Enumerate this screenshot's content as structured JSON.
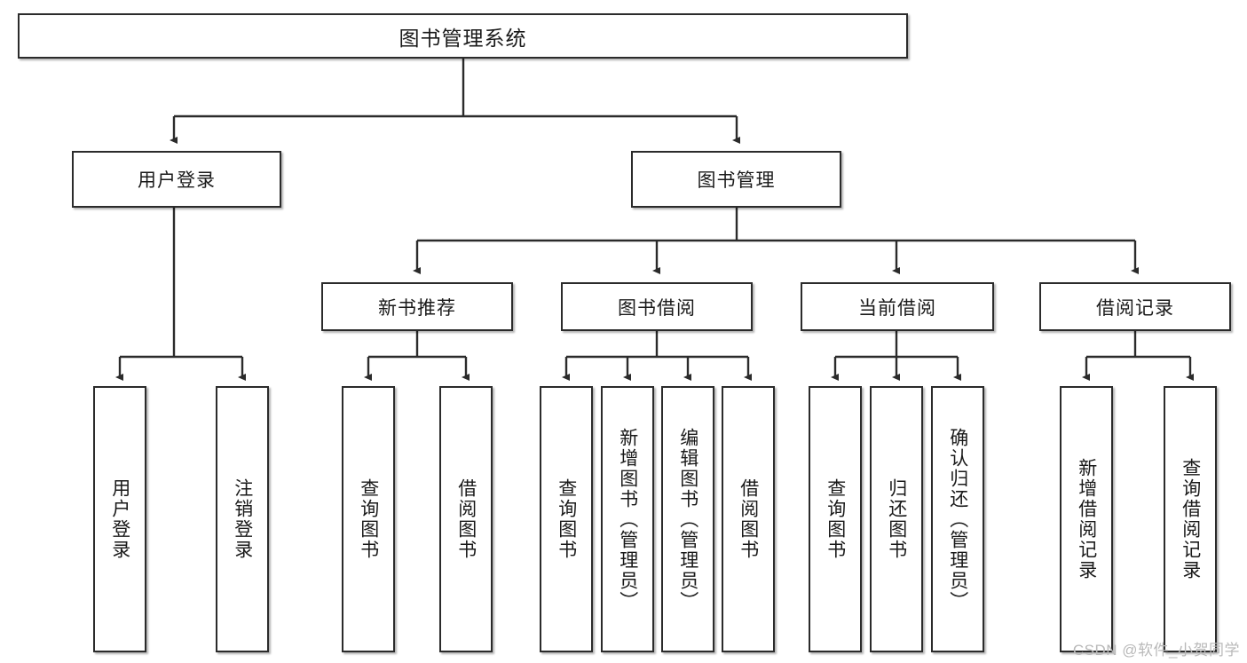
{
  "diagram": {
    "type": "tree",
    "title": "图书管理系统",
    "orientation": "top-down",
    "watermark": "CSDN @软件_小贺同学",
    "colors": {
      "box_border": "#2b2b2b",
      "box_fill": "#ffffff",
      "connector": "#2b2b2b",
      "text": "#1a1a1a",
      "watermark": "#b9b9b9"
    },
    "root": {
      "label": "图书管理系统"
    },
    "level2": [
      {
        "label": "用户登录"
      },
      {
        "label": "图书管理"
      }
    ],
    "level3": [
      {
        "label": "新书推荐"
      },
      {
        "label": "图书借阅"
      },
      {
        "label": "当前借阅"
      },
      {
        "label": "借阅记录"
      }
    ],
    "leaves": {
      "user_login": [
        {
          "label": "用户登录"
        },
        {
          "label": "注销登录"
        }
      ],
      "new_book_recommend": [
        {
          "label": "查询图书"
        },
        {
          "label": "借阅图书"
        }
      ],
      "book_borrow": [
        {
          "label": "查询图书"
        },
        {
          "label": "新增图书（管理员）"
        },
        {
          "label": "编辑图书（管理员）"
        },
        {
          "label": "借阅图书"
        }
      ],
      "current_borrow": [
        {
          "label": "查询图书"
        },
        {
          "label": "归还图书"
        },
        {
          "label": "确认归还（管理员）"
        }
      ],
      "borrow_record": [
        {
          "label": "新增借阅记录"
        },
        {
          "label": "查询借阅记录"
        }
      ]
    }
  }
}
